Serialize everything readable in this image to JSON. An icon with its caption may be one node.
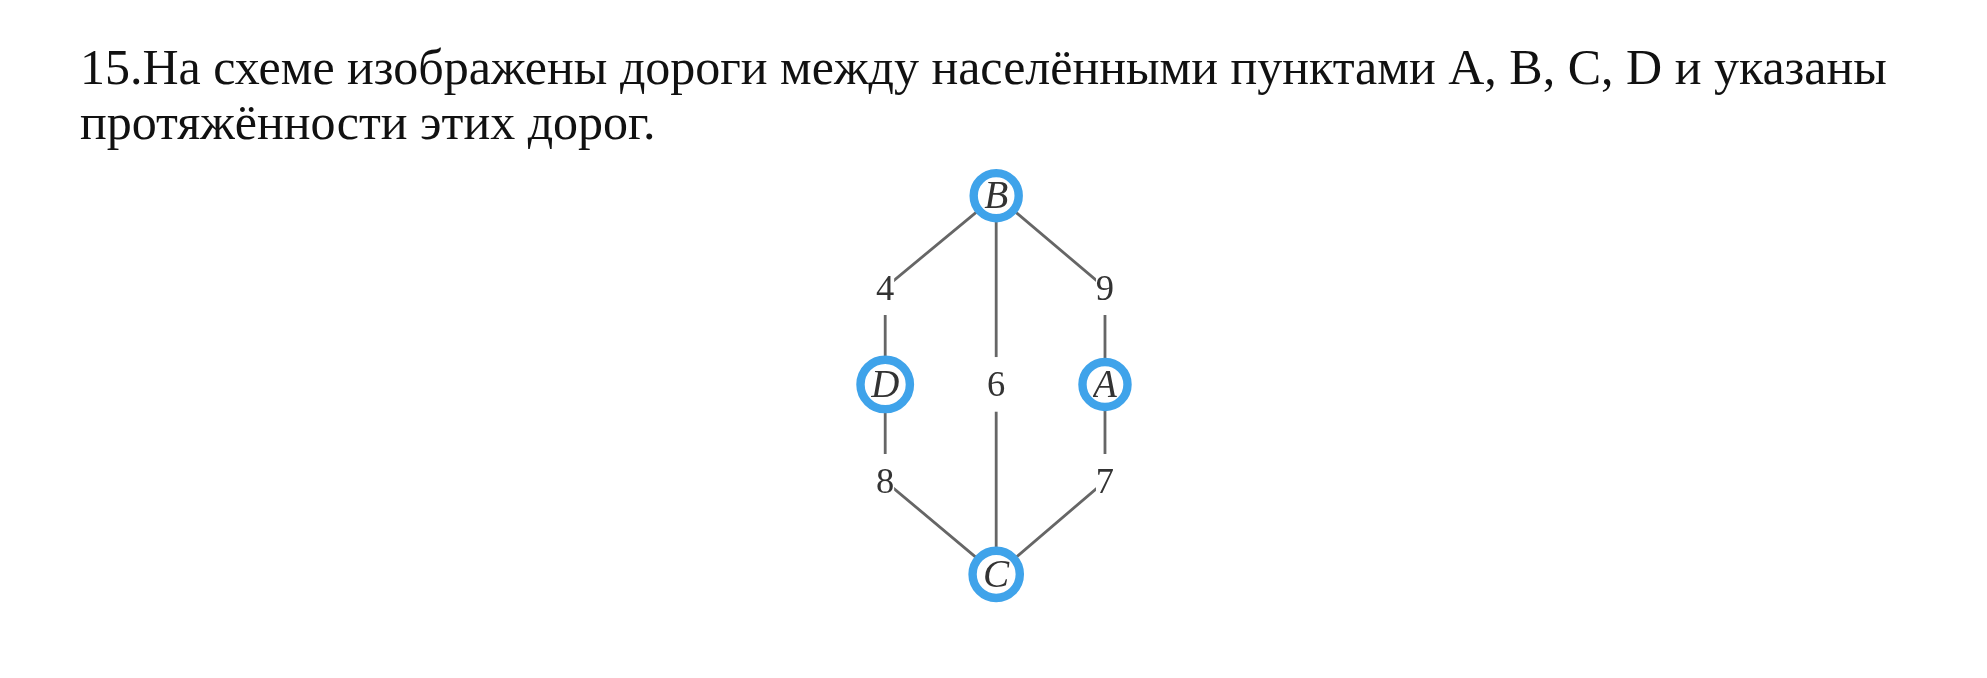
{
  "diagram": {
    "title": "15.На схеме изображены дороги между населёнными пунктами A, B, C, D и указаны протяжённости этих дорог.",
    "nodes": [
      {
        "text": [
          "D"
        ]
      },
      {
        "text": [
          "B"
        ]
      },
      {
        "text": [
          "C"
        ]
      },
      {
        "text": [
          "A"
        ]
      }
    ],
    "edges": [
      {
        "from": 1,
        "to": 0,
        "arrow": "none",
        "label": "4"
      },
      {
        "from": 0,
        "to": 2,
        "arrow": "none",
        "label": "8"
      },
      {
        "from": 1,
        "to": 2,
        "arrow": "none",
        "label": "6"
      },
      {
        "from": 1,
        "to": 3,
        "arrow": "none",
        "label": "9"
      },
      {
        "from": 3,
        "to": 2,
        "arrow": "none",
        "label": "7"
      }
    ]
  }
}
